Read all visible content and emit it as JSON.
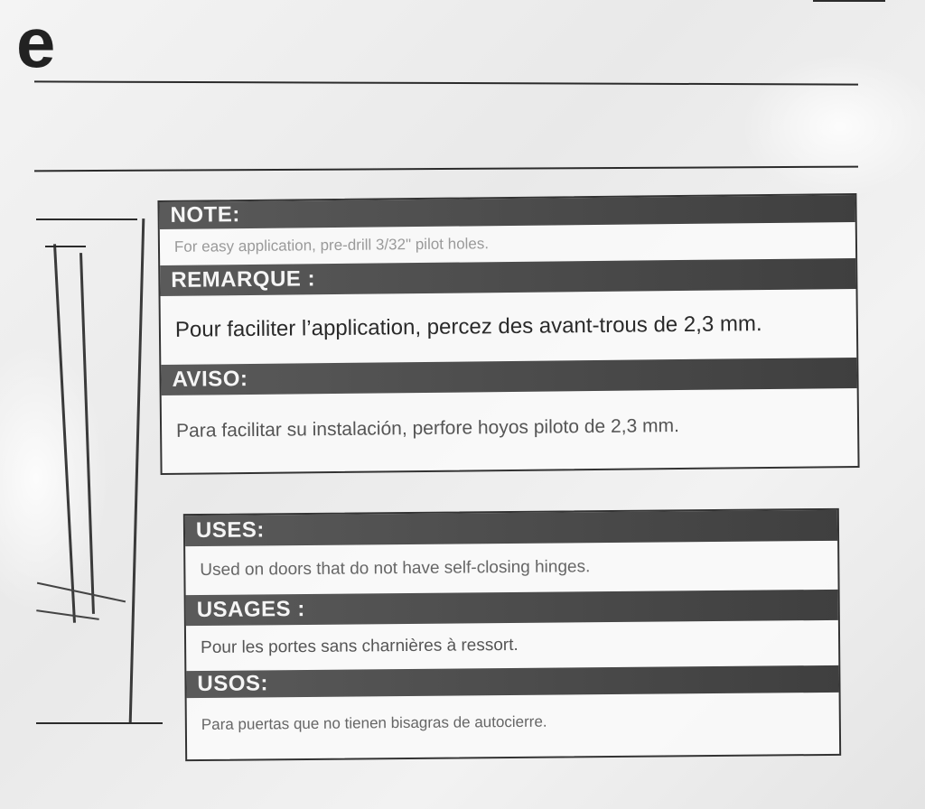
{
  "corner_letter": "e",
  "mounting_section": {
    "items": [
      {
        "header": "NOTE:",
        "text": "For easy application, pre-drill 3/32\" pilot holes."
      },
      {
        "header": "REMARQUE :",
        "text": "Pour faciliter l’application, percez des avant-trous de 2,3 mm."
      },
      {
        "header": "AVISO:",
        "text": "Para facilitar su instalación, perfore hoyos piloto de 2,3 mm."
      }
    ]
  },
  "uses_section": {
    "items": [
      {
        "header": "USES:",
        "text": "Used on doors that do not have self-closing hinges."
      },
      {
        "header": "USAGES :",
        "text": "Pour les portes sans charnières à ressort."
      },
      {
        "header": "USOS:",
        "text": "Para puertas que no tienen bisagras de autocierre."
      }
    ]
  }
}
